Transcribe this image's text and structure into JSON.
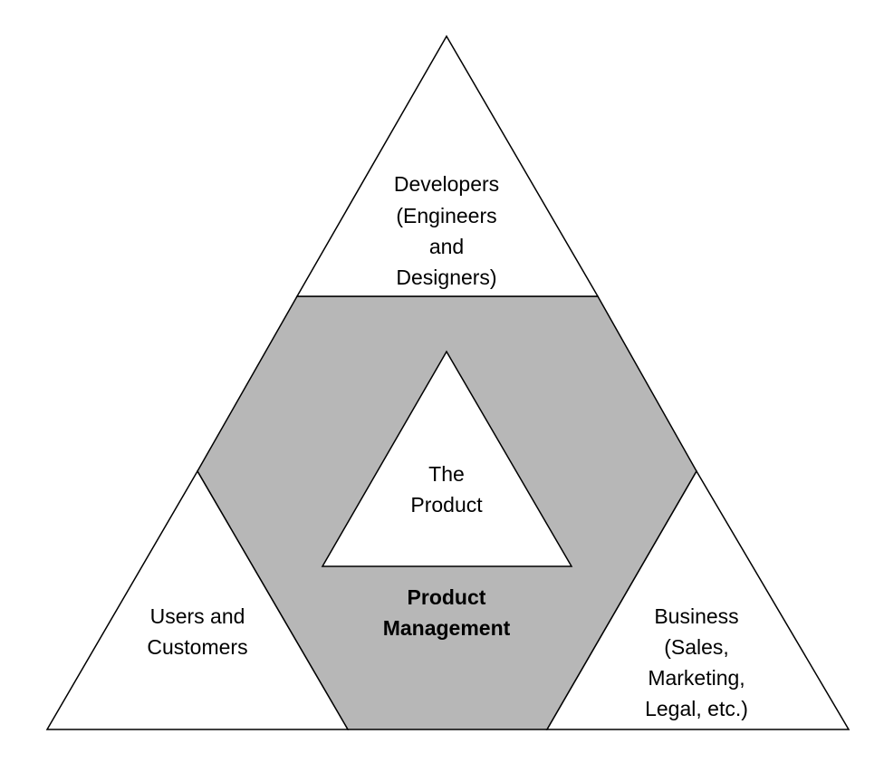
{
  "colors": {
    "background": "#ffffff",
    "outline": "#000000",
    "hexagon_fill": "#b7b7b7",
    "triangle_fill": "#ffffff",
    "text": "#000000"
  },
  "labels": {
    "developers": [
      "Developers",
      "(Engineers",
      "and",
      "Designers)"
    ],
    "users": [
      "Users and",
      "Customers"
    ],
    "business": [
      "Business",
      "(Sales,",
      "Marketing,",
      "Legal, etc.)"
    ],
    "product": [
      "The",
      "Product"
    ],
    "product_management": [
      "Product",
      "Management"
    ]
  }
}
